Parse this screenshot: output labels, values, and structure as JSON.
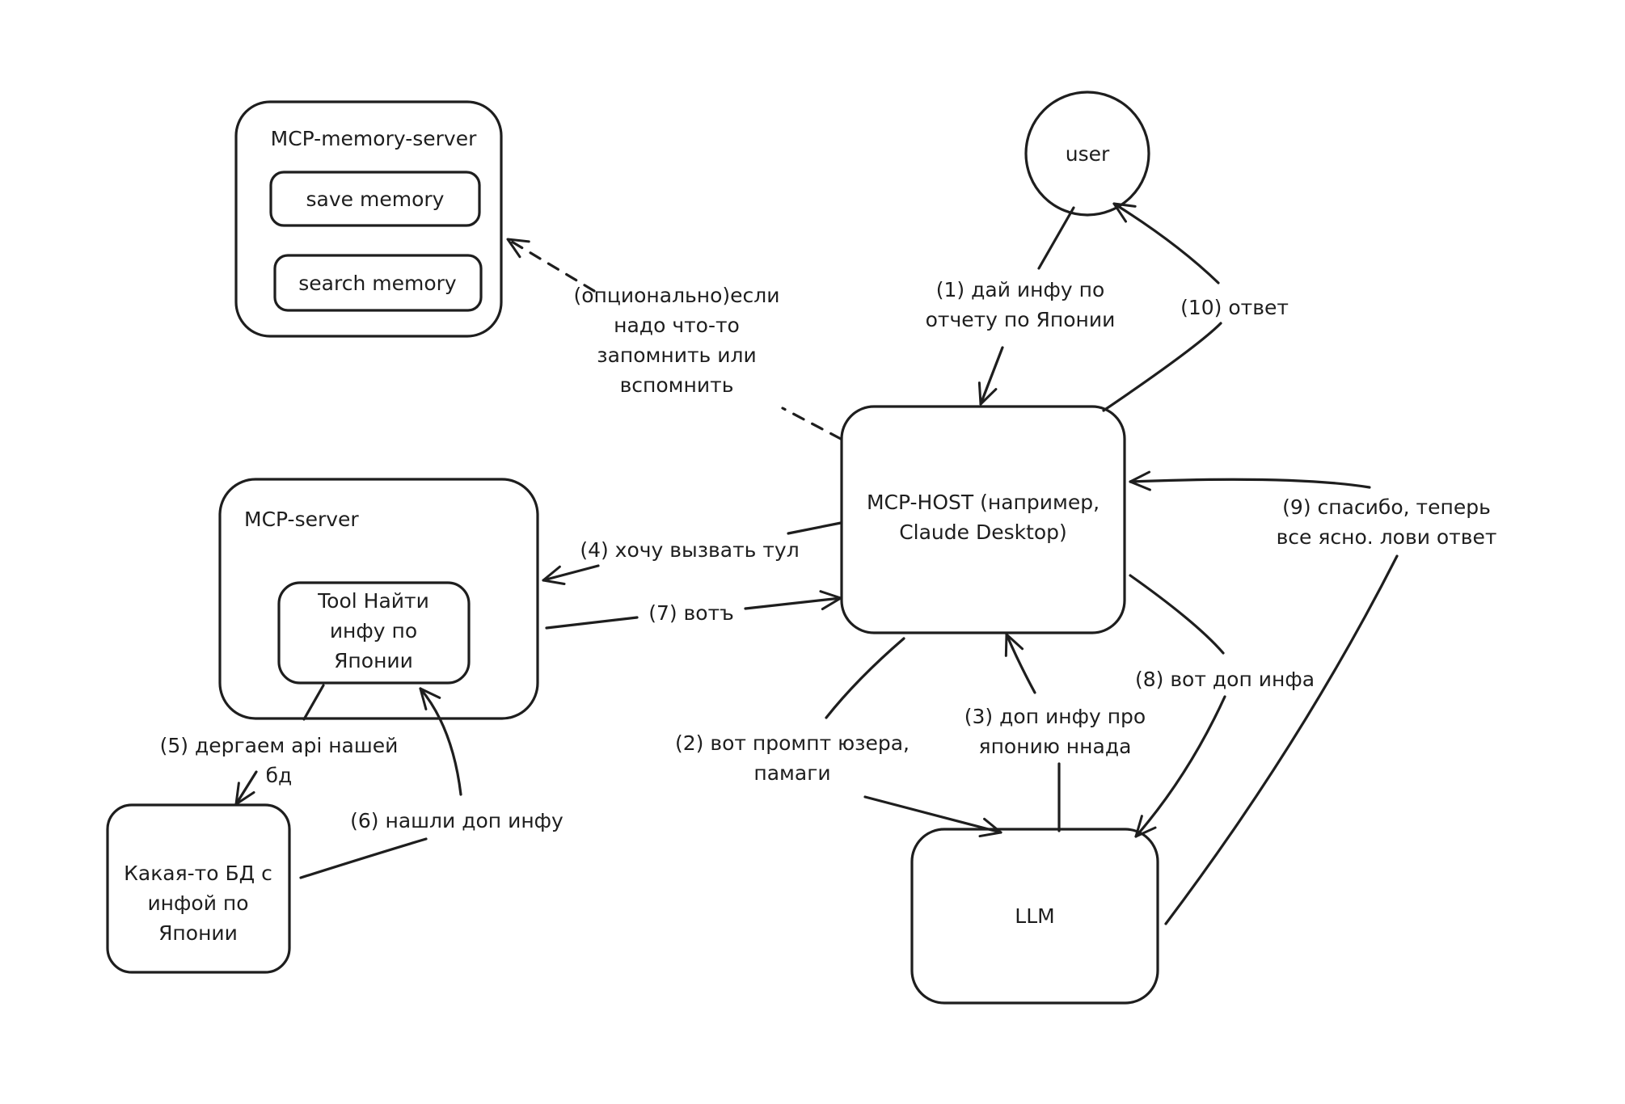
{
  "colors": {
    "stroke": "#1e1e1e",
    "background": "#ffffff"
  },
  "nodes": {
    "memory_server": {
      "title": "MCP-memory-server",
      "tools": [
        "save memory",
        "search memory"
      ]
    },
    "user": {
      "label": "user"
    },
    "mcp_host": {
      "lines": [
        "MCP-HOST (например,",
        "Claude Desktop)"
      ]
    },
    "mcp_server": {
      "title": "MCP-server",
      "tool_lines": [
        "Tool Найти",
        "инфу по",
        "Японии"
      ]
    },
    "database": {
      "lines": [
        "Какая-то БД с",
        "инфой по",
        "Японии"
      ]
    },
    "llm": {
      "label": "LLM"
    }
  },
  "edges": [
    {
      "id": "e1",
      "lines": [
        "(1) дай инфу по",
        "отчету по Японии"
      ],
      "from": "user",
      "to": "mcp_host"
    },
    {
      "id": "e2",
      "lines": [
        "(2) вот промпт юзера,",
        "памаги"
      ],
      "from": "mcp_host",
      "to": "llm"
    },
    {
      "id": "e3",
      "lines": [
        "(3) доп инфу про",
        "японию ннада"
      ],
      "from": "llm",
      "to": "mcp_host"
    },
    {
      "id": "e4",
      "lines": [
        "(4) хочу вызвать тул"
      ],
      "from": "mcp_host",
      "to": "mcp_server"
    },
    {
      "id": "e5",
      "lines": [
        "(5) дергаем api нашей",
        "бд"
      ],
      "from": "tool",
      "to": "database"
    },
    {
      "id": "e6",
      "lines": [
        "(6) нашли доп инфу"
      ],
      "from": "database",
      "to": "tool"
    },
    {
      "id": "e7",
      "lines": [
        "(7) вотъ"
      ],
      "from": "mcp_server",
      "to": "mcp_host"
    },
    {
      "id": "e8",
      "lines": [
        "(8) вот доп инфа"
      ],
      "from": "mcp_host",
      "to": "llm"
    },
    {
      "id": "e9",
      "lines": [
        "(9) спасибо, теперь",
        "все ясно. лови ответ"
      ],
      "from": "llm",
      "to": "mcp_host"
    },
    {
      "id": "e10",
      "lines": [
        "(10) ответ"
      ],
      "from": "mcp_host",
      "to": "user"
    },
    {
      "id": "optional",
      "lines": [
        "(опционально)если",
        "надо что-то",
        "запомнить или",
        "вспомнить"
      ],
      "from": "mcp_host",
      "to": "memory_server",
      "style": "dashed"
    }
  ]
}
